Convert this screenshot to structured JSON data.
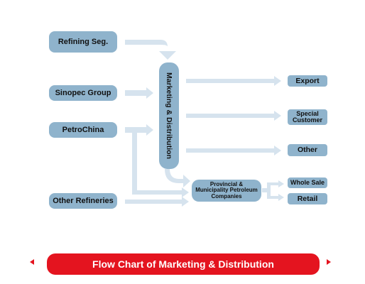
{
  "diagram": {
    "sources": {
      "refining": "Refining Seg.",
      "sinopec": "Sinopec Group",
      "petrochina": "PetroChina",
      "other_refineries": "Other Refineries"
    },
    "hub": "Marketing & Distribution",
    "provincial": "Provincial & Municipality Petroleum Companies",
    "outputs": {
      "export": "Export",
      "special_customer": "Special Customer",
      "other": "Other",
      "whole_sale": "Whole Sale",
      "retail": "Retail"
    },
    "caption": "Flow Chart of Marketing & Distribution"
  },
  "colors": {
    "node": "#8fb3cc",
    "arrow": "#d6e3ee",
    "caption": "#e4141f"
  }
}
